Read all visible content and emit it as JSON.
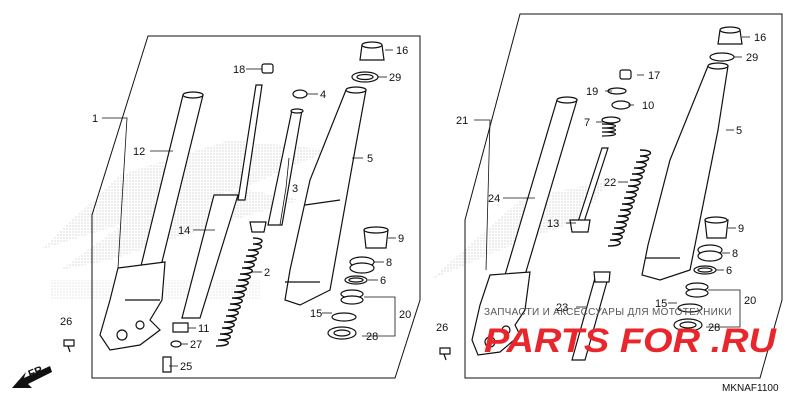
{
  "diagram": {
    "left_labels": [
      {
        "id": "1",
        "text": "1"
      },
      {
        "id": "12",
        "text": "12"
      },
      {
        "id": "14",
        "text": "14"
      },
      {
        "id": "18",
        "text": "18"
      },
      {
        "id": "4",
        "text": "4"
      },
      {
        "id": "3",
        "text": "3"
      },
      {
        "id": "2",
        "text": "2"
      },
      {
        "id": "5",
        "text": "5"
      },
      {
        "id": "16",
        "text": "16"
      },
      {
        "id": "29",
        "text": "29"
      },
      {
        "id": "9",
        "text": "9"
      },
      {
        "id": "8",
        "text": "8"
      },
      {
        "id": "6",
        "text": "6"
      },
      {
        "id": "15",
        "text": "15"
      },
      {
        "id": "20",
        "text": "20"
      },
      {
        "id": "28",
        "text": "28"
      },
      {
        "id": "11",
        "text": "11"
      },
      {
        "id": "27",
        "text": "27"
      },
      {
        "id": "25",
        "text": "25"
      },
      {
        "id": "26",
        "text": "26"
      }
    ],
    "right_labels": [
      {
        "id": "21",
        "text": "21"
      },
      {
        "id": "24",
        "text": "24"
      },
      {
        "id": "13",
        "text": "13"
      },
      {
        "id": "22",
        "text": "22"
      },
      {
        "id": "7",
        "text": "7"
      },
      {
        "id": "10",
        "text": "10"
      },
      {
        "id": "19",
        "text": "19"
      },
      {
        "id": "17",
        "text": "17"
      },
      {
        "id": "16",
        "text": "16"
      },
      {
        "id": "29",
        "text": "29"
      },
      {
        "id": "5",
        "text": "5"
      },
      {
        "id": "9",
        "text": "9"
      },
      {
        "id": "8",
        "text": "8"
      },
      {
        "id": "6",
        "text": "6"
      },
      {
        "id": "15",
        "text": "15"
      },
      {
        "id": "20",
        "text": "20"
      },
      {
        "id": "28",
        "text": "28"
      },
      {
        "id": "23",
        "text": "23"
      },
      {
        "id": "26",
        "text": "26"
      }
    ],
    "front_arrow_label": "FR.",
    "part_code": "MKNAF1100"
  },
  "watermark": {
    "caption": "ЗАПЧАСТИ И АКСЕССУАРЫ ДЛЯ МОТОТЕХНИКИ",
    "logo": "PARTS FOR .RU"
  },
  "colors": {
    "line": "#111111",
    "logo": "#e8262b",
    "dots": "#b9b9b9"
  }
}
